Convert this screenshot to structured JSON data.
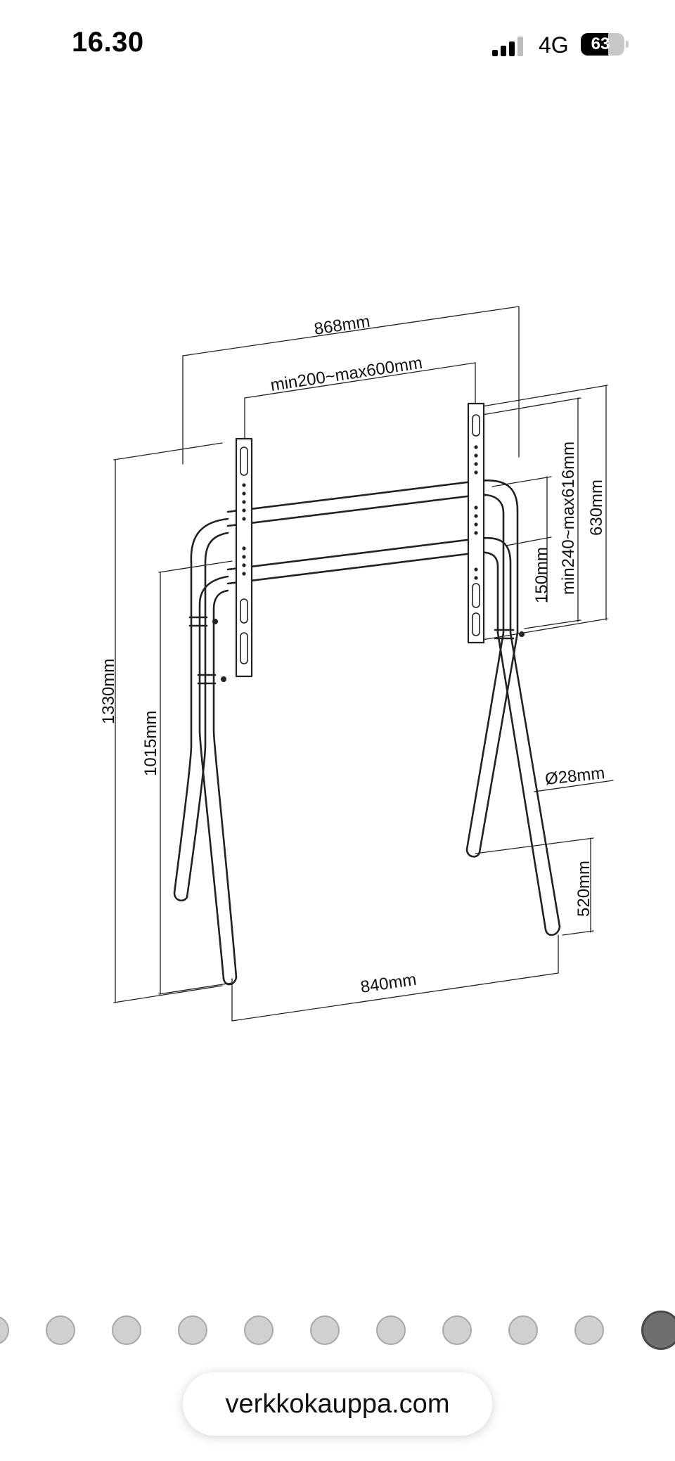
{
  "status_bar": {
    "time": "16.30",
    "network": "4G",
    "battery_percent": "63"
  },
  "drawing": {
    "dimensions": {
      "overall_width": "868mm",
      "vesa_horizontal": "min200~max600mm",
      "bracket_height": "630mm",
      "vesa_vertical": "min240~max616mm",
      "bar_spacing": "150mm",
      "overall_height": "1330mm",
      "mount_height": "1015mm",
      "tube_diameter": "Ø28mm",
      "leg_height": "520mm",
      "base_width": "840mm"
    }
  },
  "gallery": {
    "dot_count": 11,
    "active_index": 10
  },
  "browser": {
    "url": "verkkokauppa.com"
  }
}
